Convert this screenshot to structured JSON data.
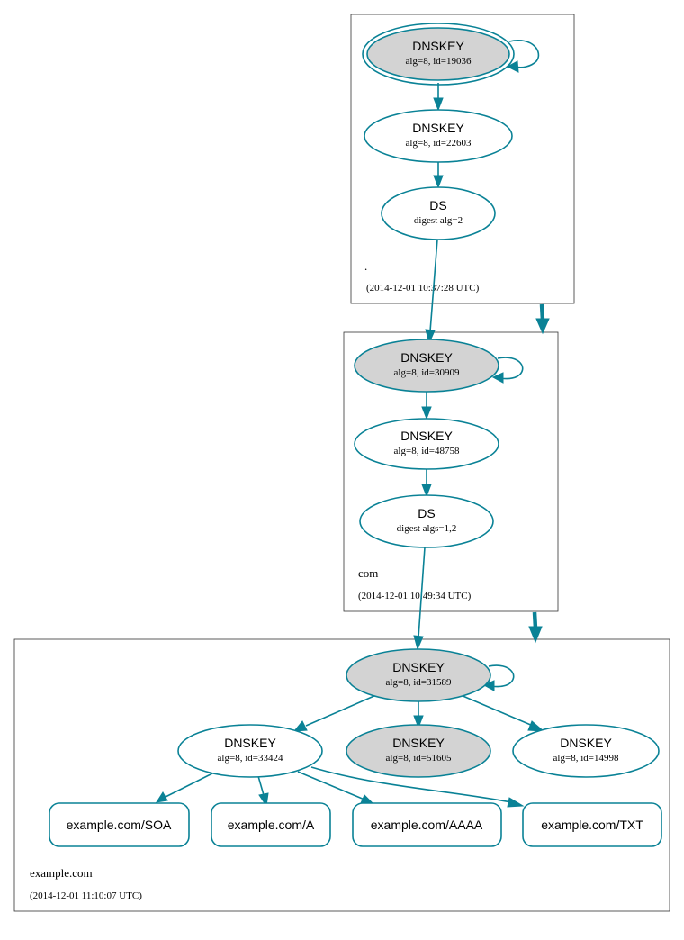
{
  "colors": {
    "edge": "#0a8296",
    "node_stroke": "#0a8296",
    "sep_fill": "#d3d3d3",
    "zone_border": "#333333"
  },
  "zones": {
    "root": {
      "name": ".",
      "timestamp": "(2014-12-01 10:37:28 UTC)"
    },
    "com": {
      "name": "com",
      "timestamp": "(2014-12-01 10:49:34 UTC)"
    },
    "example": {
      "name": "example.com",
      "timestamp": "(2014-12-01 11:10:07 UTC)"
    }
  },
  "nodes": {
    "root_ksk": {
      "title": "DNSKEY",
      "detail": "alg=8, id=19036",
      "trust_anchor": true,
      "sep": true
    },
    "root_zsk": {
      "title": "DNSKEY",
      "detail": "alg=8, id=22603"
    },
    "root_ds": {
      "title": "DS",
      "detail": "digest alg=2"
    },
    "com_ksk": {
      "title": "DNSKEY",
      "detail": "alg=8, id=30909",
      "sep": true
    },
    "com_zsk": {
      "title": "DNSKEY",
      "detail": "alg=8, id=48758"
    },
    "com_ds": {
      "title": "DS",
      "detail": "digest algs=1,2"
    },
    "ex_ksk": {
      "title": "DNSKEY",
      "detail": "alg=8, id=31589",
      "sep": true
    },
    "ex_zsk1": {
      "title": "DNSKEY",
      "detail": "alg=8, id=33424"
    },
    "ex_key2": {
      "title": "DNSKEY",
      "detail": "alg=8, id=51605",
      "sep": true
    },
    "ex_key3": {
      "title": "DNSKEY",
      "detail": "alg=8, id=14998"
    }
  },
  "rrsets": {
    "soa": "example.com/SOA",
    "a": "example.com/A",
    "aaaa": "example.com/AAAA",
    "txt": "example.com/TXT"
  }
}
